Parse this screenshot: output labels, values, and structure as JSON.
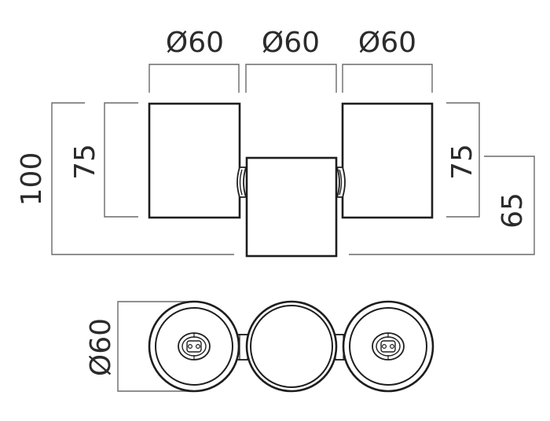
{
  "side_view": {
    "top_dims": [
      "Ø60",
      "Ø60",
      "Ø60"
    ],
    "left_outer_height": "100",
    "left_inner_height": "75",
    "right_inner_height": "75",
    "right_outer_height": "65"
  },
  "top_view": {
    "diameter": "Ø60"
  }
}
